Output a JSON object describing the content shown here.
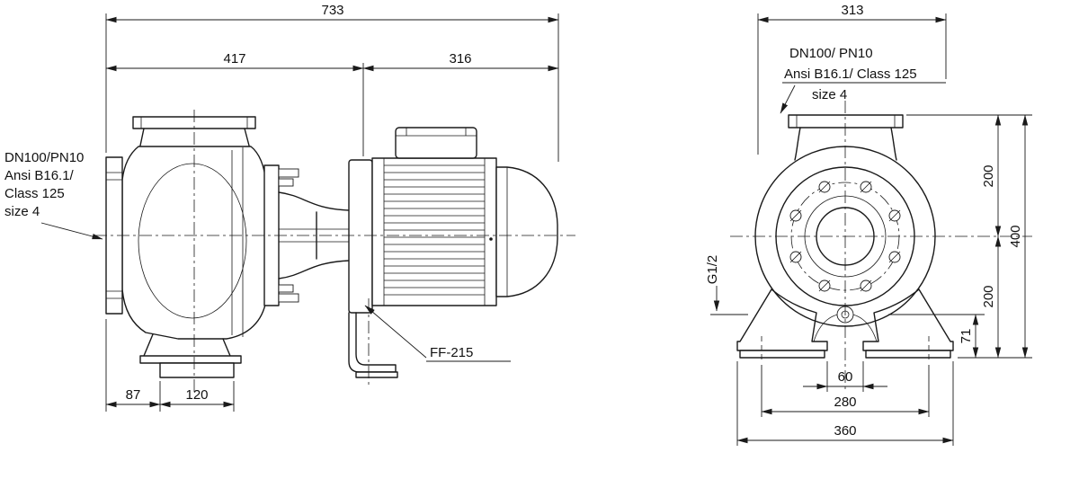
{
  "drawing": {
    "side_view": {
      "dim_overall": "733",
      "dim_pump": "417",
      "dim_motor": "316",
      "dim_foot_offset": "87",
      "dim_foot_length": "120",
      "flange_label": {
        "l1": "DN100/PN10",
        "l2": "Ansi B16.1/",
        "l3": "Class 125",
        "l4": "size 4"
      },
      "frame_size": "FF-215"
    },
    "front_view": {
      "dim_width": "313",
      "dim_center_to_flange_top": "200",
      "dim_center_to_base": "200",
      "dim_overall_height": "400",
      "dim_drain_height": "71",
      "dim_foot_gap": "60",
      "dim_bolt_span": "280",
      "dim_base_width": "360",
      "flange_label": {
        "l1": "DN100/ PN10",
        "l2": "Ansi B16.1/ Class 125",
        "l3": "size 4"
      },
      "drain_port": "G1/2"
    }
  }
}
